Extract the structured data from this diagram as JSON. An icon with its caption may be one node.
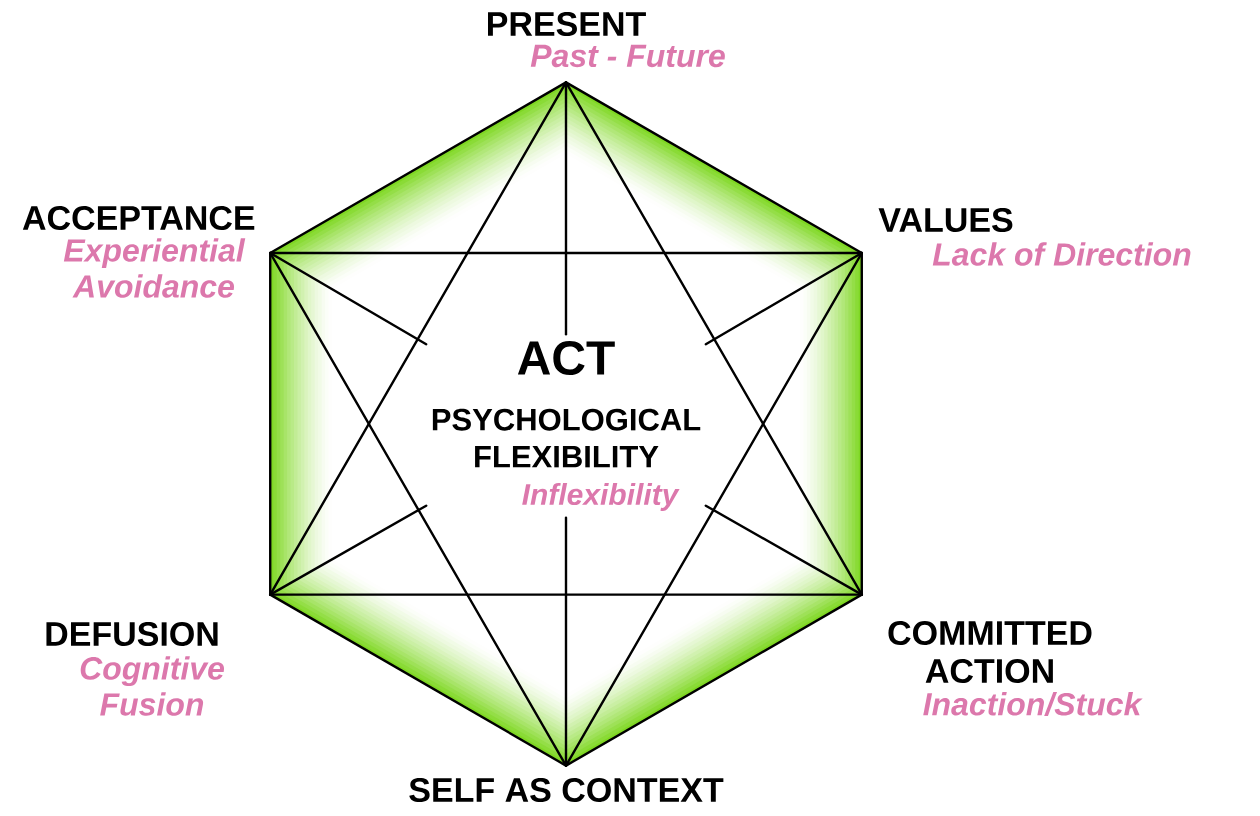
{
  "diagram": {
    "nodes": [
      {
        "text": [
          "PRESENT",
          "Past - Future"
        ]
      },
      {
        "text": [
          "ACCEPTANCE",
          "Experiential Avoidance"
        ]
      },
      {
        "text": [
          "VALUES",
          "Lack of Direction"
        ]
      },
      {
        "text": [
          "ACT",
          "PSYCHOLOGICAL FLEXIBILITY",
          "Inflexibility"
        ]
      },
      {
        "text": [
          "DEFUSION",
          "Cognitive Fusion"
        ]
      },
      {
        "text": [
          "COMMITTED ACTION",
          "Inaction/Stuck"
        ]
      },
      {
        "text": [
          "SELF AS CONTEXT"
        ]
      }
    ],
    "edges": [
      {
        "from": 0,
        "to": 1,
        "arrow": "none"
      },
      {
        "from": 0,
        "to": 2,
        "arrow": "none"
      },
      {
        "from": 1,
        "to": 4,
        "arrow": "none"
      },
      {
        "from": 2,
        "to": 5,
        "arrow": "none"
      },
      {
        "from": 4,
        "to": 6,
        "arrow": "none"
      },
      {
        "from": 5,
        "to": 6,
        "arrow": "none"
      },
      {
        "from": 0,
        "to": 4,
        "arrow": "none"
      },
      {
        "from": 0,
        "to": 5,
        "arrow": "none"
      },
      {
        "from": 4,
        "to": 5,
        "arrow": "none"
      },
      {
        "from": 1,
        "to": 2,
        "arrow": "none"
      },
      {
        "from": 1,
        "to": 6,
        "arrow": "none"
      },
      {
        "from": 2,
        "to": 6,
        "arrow": "none"
      },
      {
        "from": 0,
        "to": 3,
        "arrow": "none"
      },
      {
        "from": 1,
        "to": 3,
        "arrow": "none"
      },
      {
        "from": 2,
        "to": 3,
        "arrow": "none"
      },
      {
        "from": 4,
        "to": 3,
        "arrow": "none"
      },
      {
        "from": 5,
        "to": 3,
        "arrow": "none"
      },
      {
        "from": 6,
        "to": 3,
        "arrow": "none"
      }
    ]
  }
}
